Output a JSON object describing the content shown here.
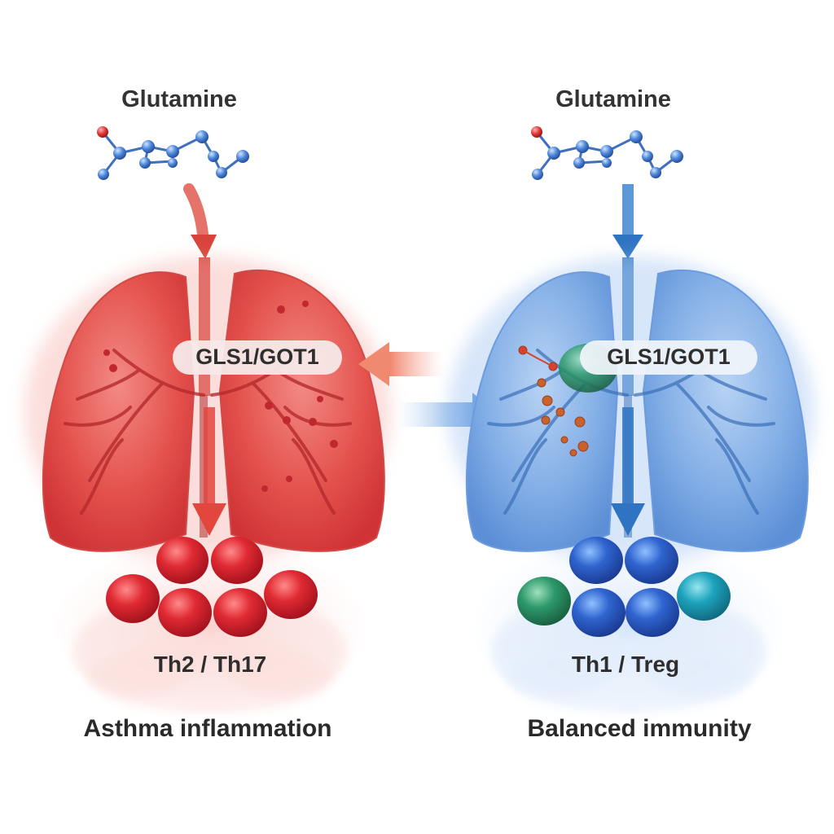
{
  "left_panel": {
    "molecule_label": "Glutamine",
    "enzyme_label": "GLS1/GOT1",
    "cell_label": "Th2 / Th17",
    "outcome_label": "Asthma inflammation",
    "theme_color": "#e23b3b"
  },
  "right_panel": {
    "molecule_label": "Glutamine",
    "enzyme_label": "GLS1/GOT1",
    "cell_label": "Th1 / Treg",
    "outcome_label": "Balanced immunity",
    "theme_color": "#3f7fd6"
  },
  "icons": {
    "molecule": "glutamine-molecule-icon",
    "lungs": "lungs-icon",
    "cells": "t-cell-cluster-icon"
  }
}
